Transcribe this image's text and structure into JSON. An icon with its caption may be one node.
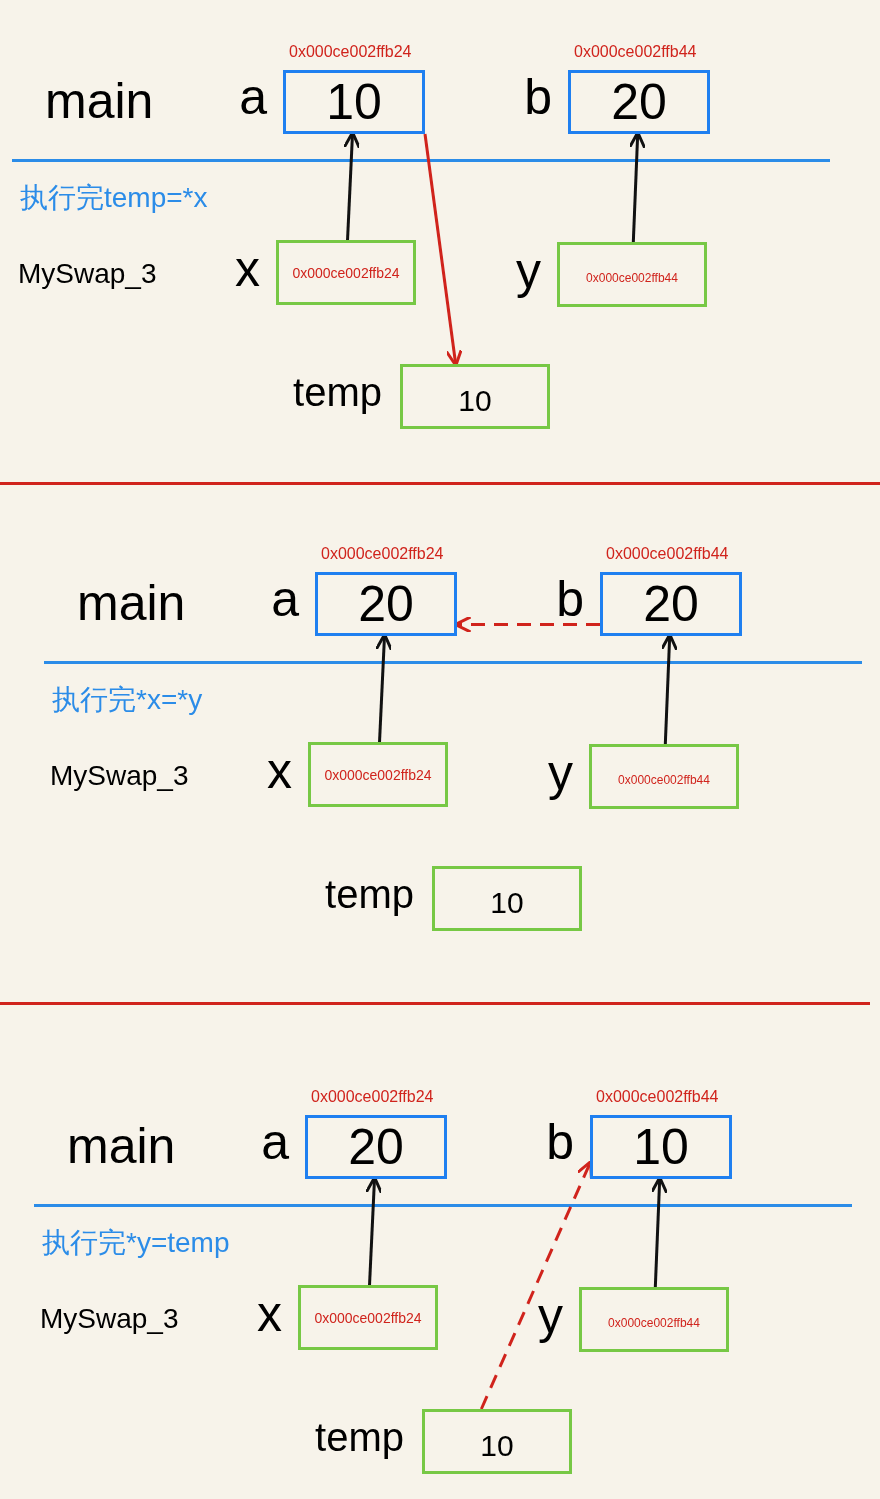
{
  "diagram": {
    "nodes": [
      {
        "text": [
          "10"
        ],
        "beside": [
          "a",
          "0x000ce002ffb24"
        ]
      },
      {
        "text": [
          "20"
        ],
        "beside": [
          "b",
          "0x000ce002ffb44"
        ]
      },
      {
        "text": [
          "0x000ce002ffb24"
        ],
        "beside": [
          "x"
        ]
      },
      {
        "text": [
          "0x000ce002ffb44"
        ],
        "beside": [
          "y"
        ]
      },
      {
        "text": [
          "10"
        ],
        "beside": [
          "temp"
        ]
      },
      {
        "text": [
          "20"
        ],
        "beside": [
          "a",
          "0x000ce002ffb24"
        ]
      },
      {
        "text": [
          "20"
        ],
        "beside": [
          "b",
          "0x000ce002ffb44"
        ]
      },
      {
        "text": [
          "0x000ce002ffb24"
        ],
        "beside": [
          "x"
        ]
      },
      {
        "text": [
          "0x000ce002ffb44"
        ],
        "beside": [
          "y"
        ]
      },
      {
        "text": [
          "10"
        ],
        "beside": [
          "temp"
        ]
      },
      {
        "text": [
          "20"
        ],
        "beside": [
          "a",
          "0x000ce002ffb24"
        ]
      },
      {
        "text": [
          "10"
        ],
        "beside": [
          "b",
          "0x000ce002ffb44"
        ]
      },
      {
        "text": [
          "0x000ce002ffb24"
        ],
        "beside": [
          "x"
        ]
      },
      {
        "text": [
          "0x000ce002ffb44"
        ],
        "beside": [
          "y"
        ]
      },
      {
        "text": [
          "10"
        ],
        "beside": [
          "temp"
        ]
      }
    ],
    "edges": [
      {
        "from": 2,
        "to": 0,
        "arrow": "to"
      },
      {
        "from": 3,
        "to": 1,
        "arrow": "to"
      },
      {
        "from": 0,
        "to": 4,
        "arrow": "to",
        "color": "#d0231c"
      },
      {
        "from": 7,
        "to": 5,
        "arrow": "to"
      },
      {
        "from": 8,
        "to": 6,
        "arrow": "to"
      },
      {
        "from": 6,
        "to": 5,
        "arrow": "to",
        "style": "dashed",
        "color": "#d0231c"
      },
      {
        "from": 12,
        "to": 10,
        "arrow": "to"
      },
      {
        "from": 13,
        "to": 11,
        "arrow": "to"
      },
      {
        "from": 14,
        "to": 11,
        "arrow": "to",
        "style": "dashed",
        "color": "#d0231c"
      }
    ],
    "labels": [
      "main",
      "执行完temp=*x",
      "MySwap_3",
      "main",
      "执行完*x=*y",
      "MySwap_3",
      "main",
      "执行完*y=temp",
      "MySwap_3"
    ]
  }
}
